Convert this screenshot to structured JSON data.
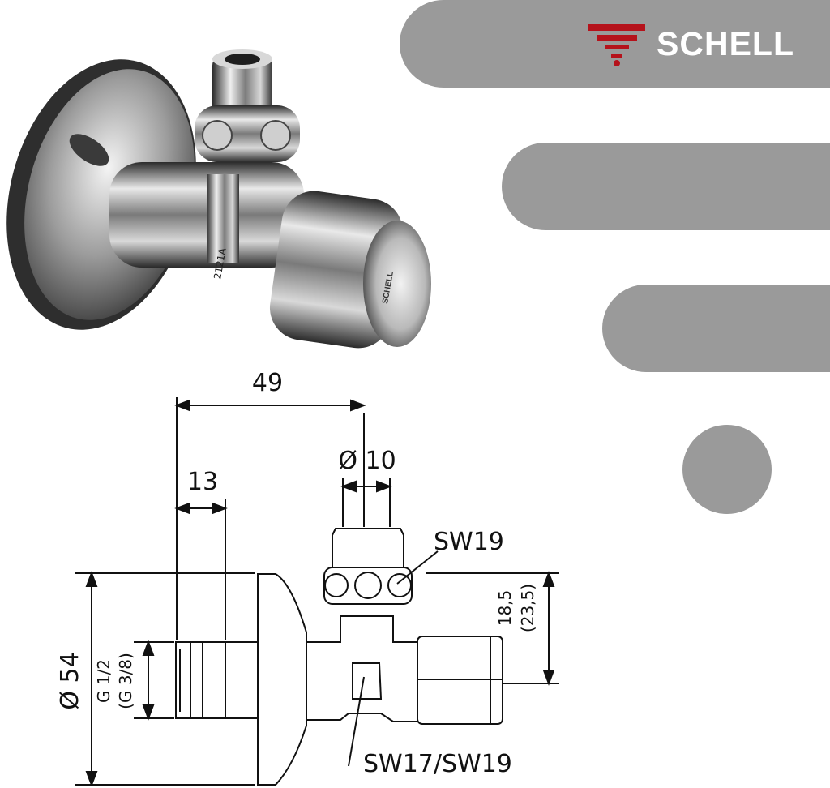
{
  "brand": {
    "name": "SCHELL",
    "accent": "#b5121b"
  },
  "product": {
    "body_marking": "2121A",
    "cap_marking": "SCHELL"
  },
  "dimensions": {
    "overall_depth": "49",
    "thread_length": "13",
    "outlet_diameter": "Ø 10",
    "nut_size_top": "SW19",
    "height_right_1": "18,5",
    "height_right_2": "(23,5)",
    "rosette_diameter": "Ø 54",
    "thread_1": "G 1/2",
    "thread_2": "(G 3/8)",
    "nut_size_bottom": "SW17/SW19"
  },
  "colors": {
    "pill": "#9a9a9a",
    "line": "#111111"
  }
}
